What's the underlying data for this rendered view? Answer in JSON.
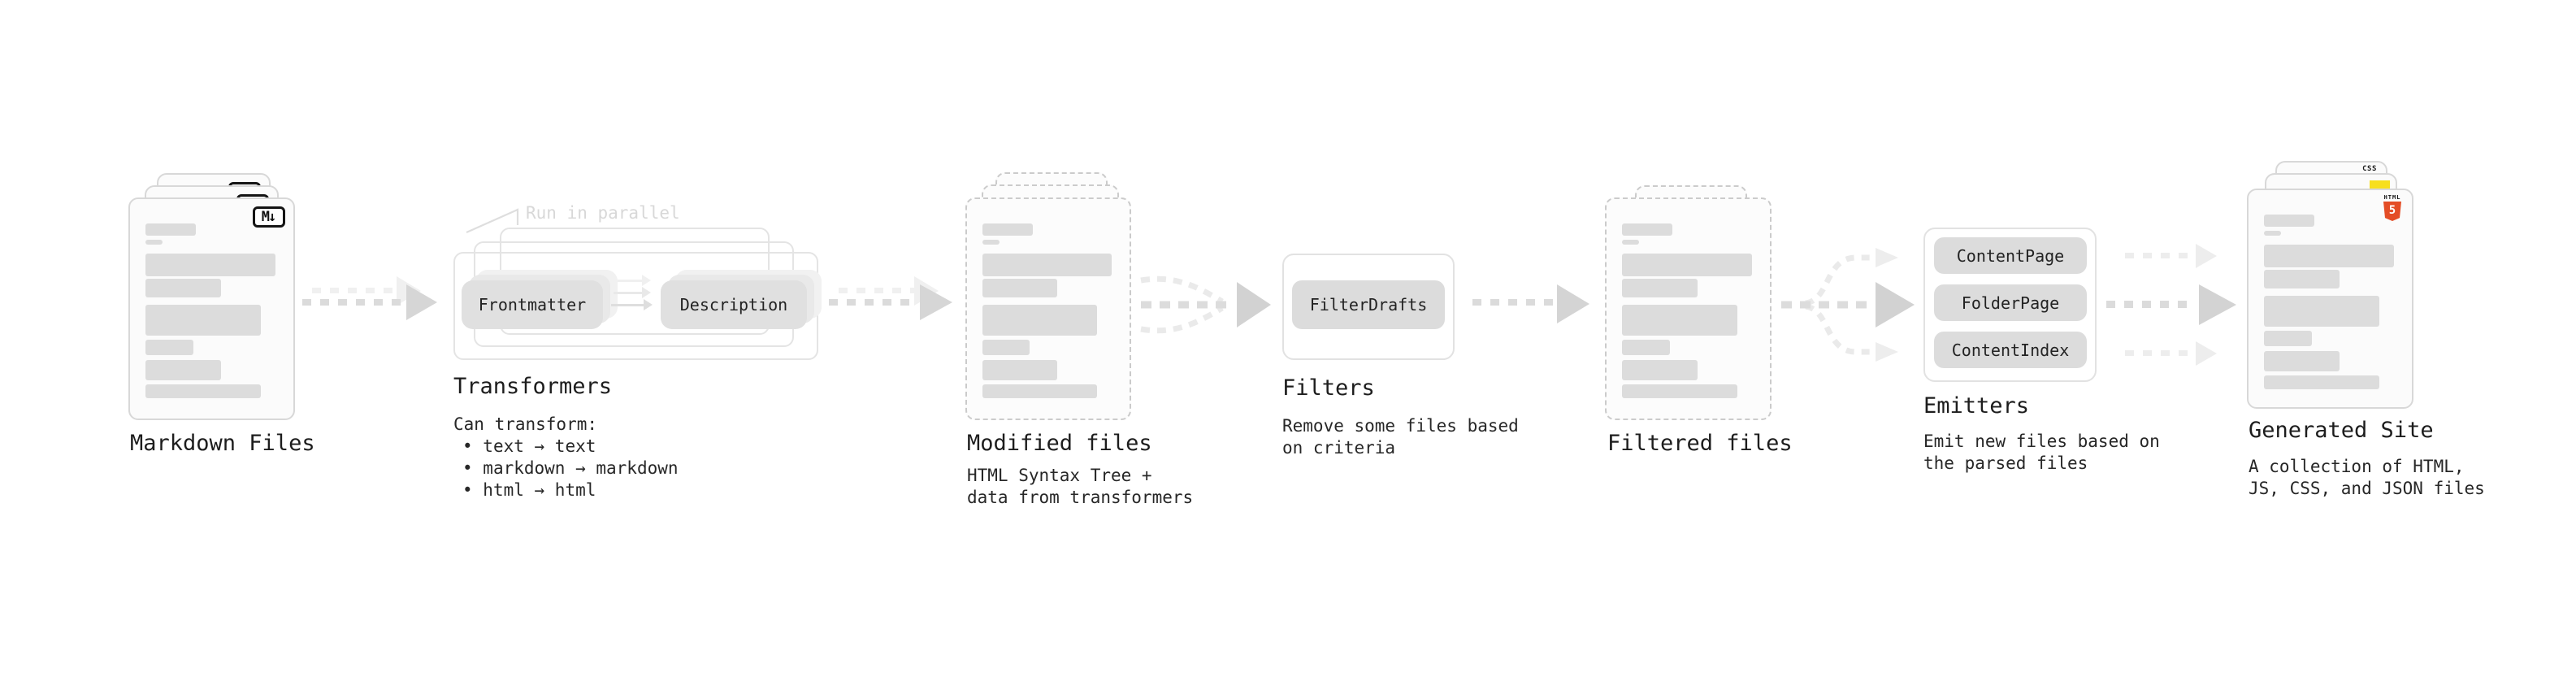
{
  "pipeline": {
    "markdown_files": {
      "title": "Markdown Files",
      "badge": "M↓"
    },
    "transformers": {
      "annotation": "Run in parallel",
      "input_box": "Frontmatter",
      "output_box": "Description",
      "title": "Transformers",
      "subtitle_heading": "Can transform:",
      "bullets": [
        "text → text",
        "markdown → markdown",
        "html → html"
      ]
    },
    "modified_files": {
      "title": "Modified files",
      "subtitle_line1": "HTML Syntax Tree +",
      "subtitle_line2": "data from transformers"
    },
    "filters": {
      "items": [
        "FilterDrafts"
      ],
      "title": "Filters",
      "subtitle_line1": "Remove some files based",
      "subtitle_line2": "on criteria"
    },
    "filtered_files": {
      "title": "Filtered files"
    },
    "emitters": {
      "items": [
        "ContentPage",
        "FolderPage",
        "ContentIndex"
      ],
      "title": "Emitters",
      "subtitle_line1": "Emit new files based on",
      "subtitle_line2": "the parsed files"
    },
    "generated_site": {
      "title": "Generated Site",
      "subtitle_line1": "A collection of HTML,",
      "subtitle_line2": "JS, CSS, and JSON files",
      "css_badge_label": "CSS",
      "html_badge_label": "HTML",
      "html_badge_number": "5"
    }
  },
  "colors": {
    "html5_orange": "#e44d26",
    "js_yellow": "#f7df1e",
    "css_blue": "#2c63e8",
    "arrow_gray": "#d6d6d6",
    "placeholder_gray": "#dcdcdc"
  }
}
